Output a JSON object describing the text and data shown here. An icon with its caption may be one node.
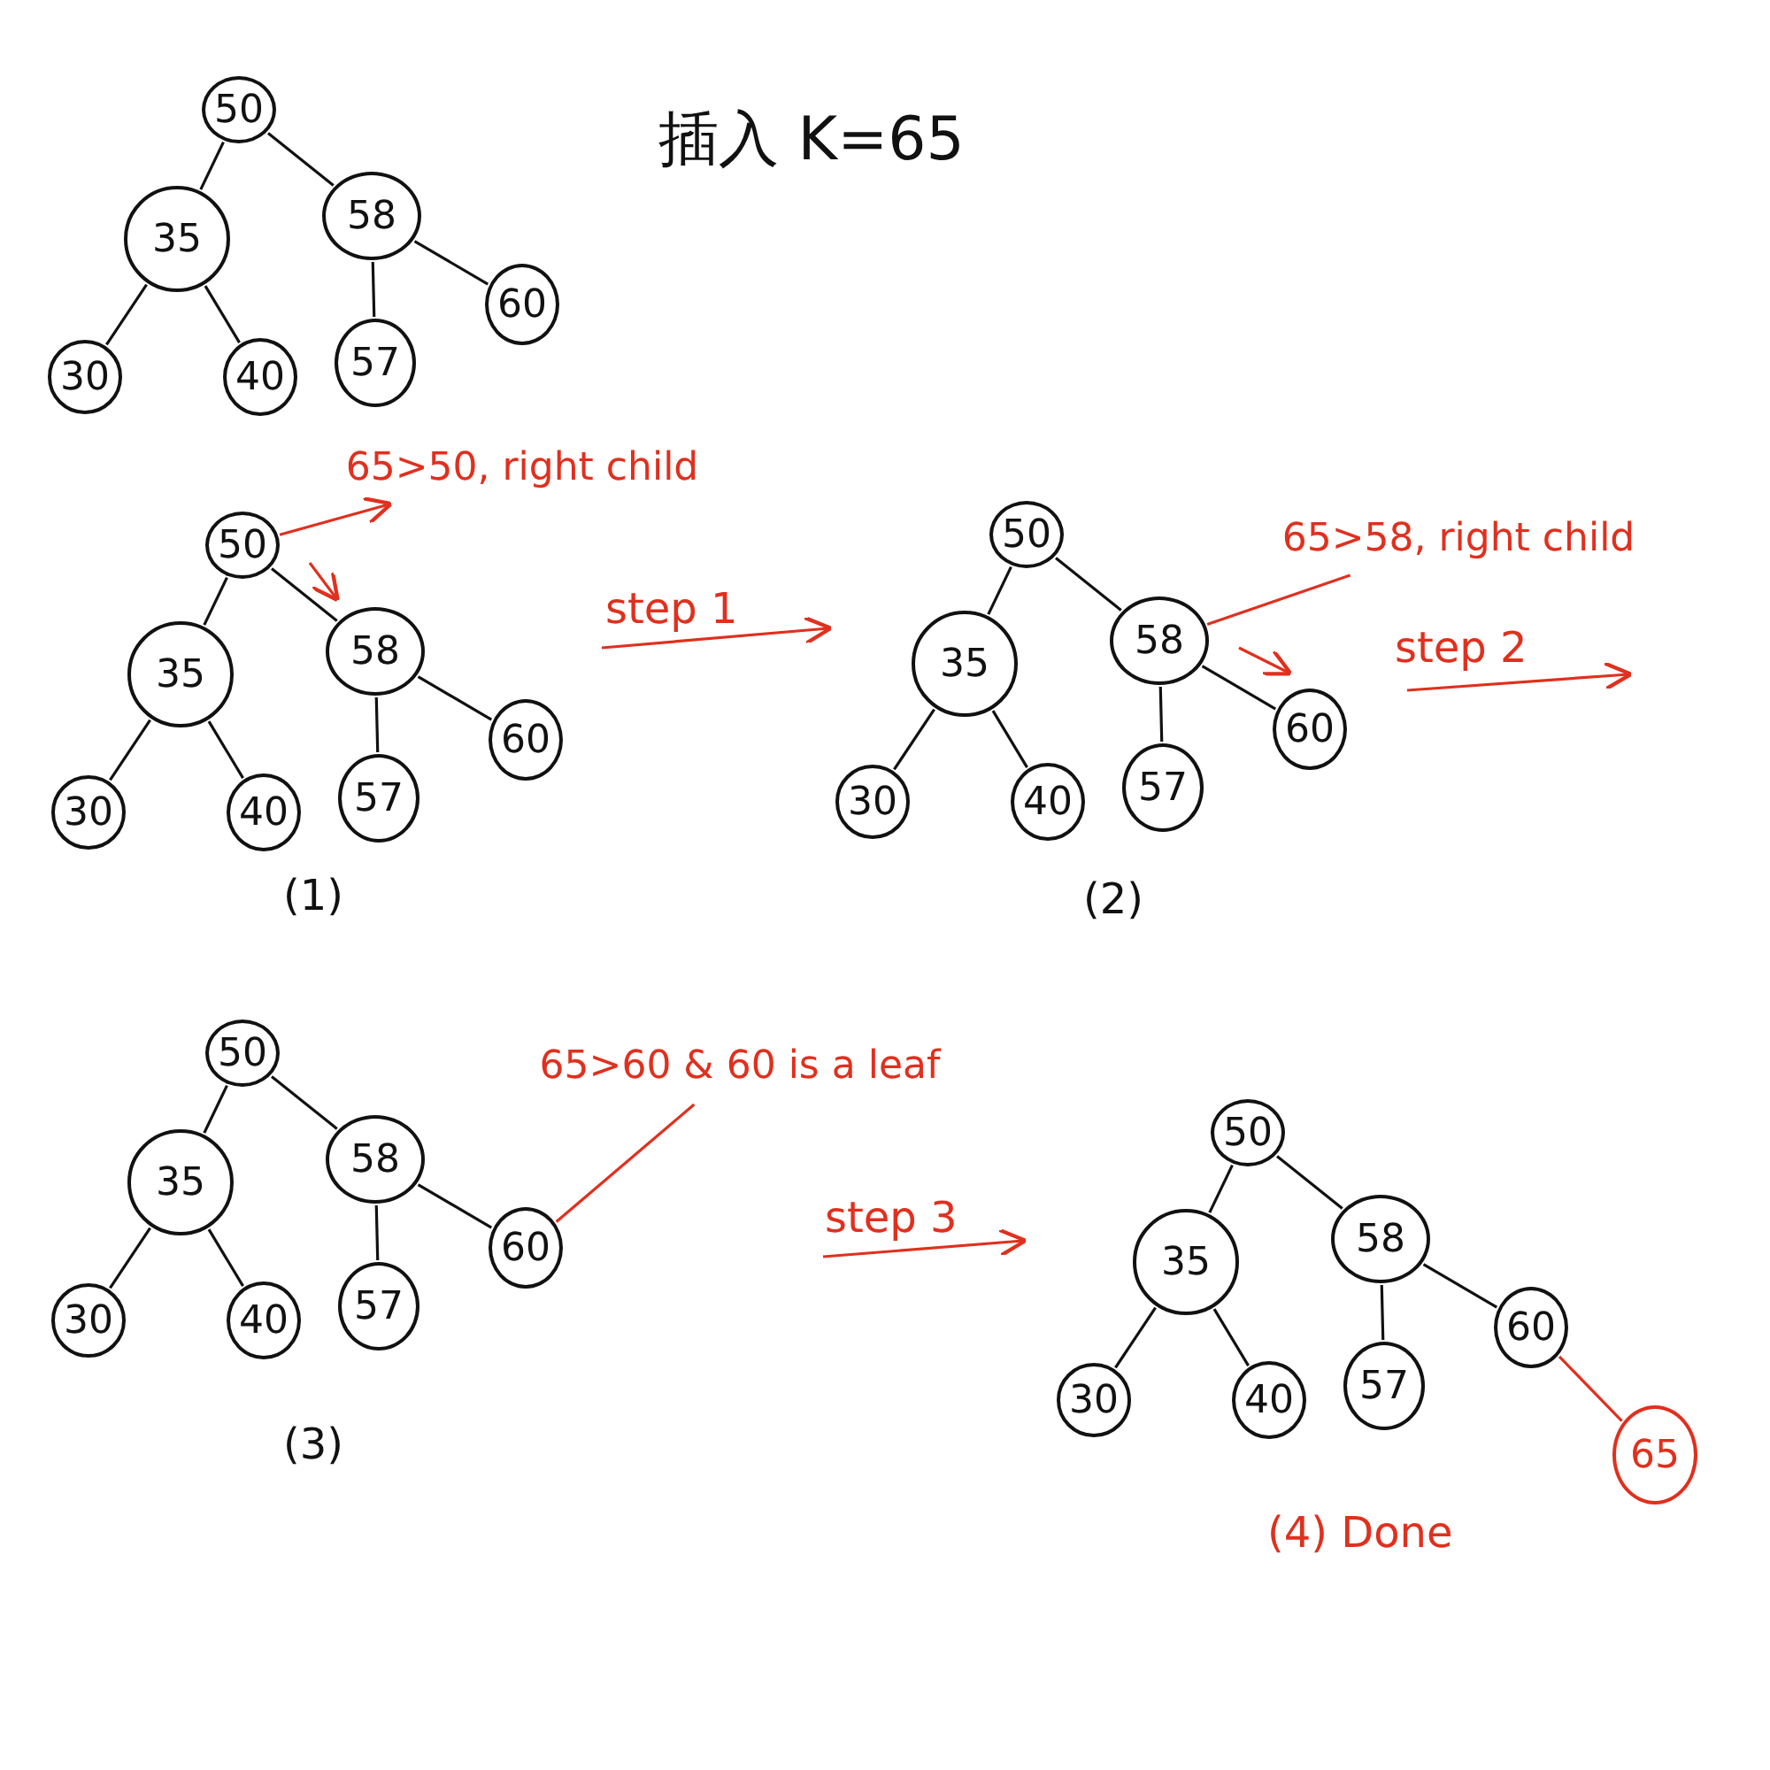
{
  "diagram": {
    "title": "插入 K=65",
    "nodes": [
      {
        "text": [
          "50"
        ]
      },
      {
        "text": [
          "35"
        ]
      },
      {
        "text": [
          "58"
        ]
      },
      {
        "text": [
          "30"
        ]
      },
      {
        "text": [
          "40"
        ]
      },
      {
        "text": [
          "57"
        ]
      },
      {
        "text": [
          "60"
        ]
      },
      {
        "text": [
          "50"
        ]
      },
      {
        "text": [
          "35"
        ]
      },
      {
        "text": [
          "58"
        ]
      },
      {
        "text": [
          "30"
        ]
      },
      {
        "text": [
          "40"
        ]
      },
      {
        "text": [
          "57"
        ]
      },
      {
        "text": [
          "60"
        ]
      },
      {
        "text": [
          "65>50, right child"
        ]
      },
      {
        "text": [
          "50"
        ]
      },
      {
        "text": [
          "35"
        ]
      },
      {
        "text": [
          "58"
        ]
      },
      {
        "text": [
          "30"
        ]
      },
      {
        "text": [
          "40"
        ]
      },
      {
        "text": [
          "57"
        ]
      },
      {
        "text": [
          "60"
        ]
      },
      {
        "text": [
          "65>58, right child"
        ]
      },
      {
        "text": [
          "50"
        ]
      },
      {
        "text": [
          "35"
        ]
      },
      {
        "text": [
          "58"
        ]
      },
      {
        "text": [
          "30"
        ]
      },
      {
        "text": [
          "40"
        ]
      },
      {
        "text": [
          "57"
        ]
      },
      {
        "text": [
          "60"
        ]
      },
      {
        "text": [
          "65>60 & 60 is a leaf"
        ]
      },
      {
        "text": [
          "50"
        ]
      },
      {
        "text": [
          "35"
        ]
      },
      {
        "text": [
          "58"
        ]
      },
      {
        "text": [
          "30"
        ]
      },
      {
        "text": [
          "40"
        ]
      },
      {
        "text": [
          "57"
        ]
      },
      {
        "text": [
          "60"
        ]
      },
      {
        "text": [
          "65"
        ]
      }
    ],
    "edges": [
      {
        "from": 0,
        "to": 1,
        "arrow": "none"
      },
      {
        "from": 0,
        "to": 2,
        "arrow": "none"
      },
      {
        "from": 1,
        "to": 3,
        "arrow": "none"
      },
      {
        "from": 1,
        "to": 4,
        "arrow": "none"
      },
      {
        "from": 2,
        "to": 5,
        "arrow": "none"
      },
      {
        "from": 2,
        "to": 6,
        "arrow": "none"
      },
      {
        "from": 7,
        "to": 8,
        "arrow": "none"
      },
      {
        "from": 7,
        "to": 9,
        "arrow": "none"
      },
      {
        "from": 8,
        "to": 10,
        "arrow": "none"
      },
      {
        "from": 8,
        "to": 11,
        "arrow": "none"
      },
      {
        "from": 9,
        "to": 12,
        "arrow": "none"
      },
      {
        "from": 9,
        "to": 13,
        "arrow": "none"
      },
      {
        "from": 7,
        "to": 14,
        "arrow": "to",
        "color": "#e0301e"
      },
      {
        "from": 15,
        "to": 16,
        "arrow": "none"
      },
      {
        "from": 15,
        "to": 17,
        "arrow": "none"
      },
      {
        "from": 16,
        "to": 18,
        "arrow": "none"
      },
      {
        "from": 16,
        "to": 19,
        "arrow": "none"
      },
      {
        "from": 17,
        "to": 20,
        "arrow": "none"
      },
      {
        "from": 17,
        "to": 21,
        "arrow": "none"
      },
      {
        "from": 17,
        "to": 22,
        "arrow": "none",
        "color": "#e0301e"
      },
      {
        "from": 23,
        "to": 24,
        "arrow": "none"
      },
      {
        "from": 23,
        "to": 25,
        "arrow": "none"
      },
      {
        "from": 24,
        "to": 26,
        "arrow": "none"
      },
      {
        "from": 24,
        "to": 27,
        "arrow": "none"
      },
      {
        "from": 25,
        "to": 28,
        "arrow": "none"
      },
      {
        "from": 25,
        "to": 29,
        "arrow": "none"
      },
      {
        "from": 29,
        "to": 30,
        "arrow": "none",
        "color": "#e0301e"
      },
      {
        "from": 31,
        "to": 32,
        "arrow": "none"
      },
      {
        "from": 31,
        "to": 33,
        "arrow": "none"
      },
      {
        "from": 32,
        "to": 34,
        "arrow": "none"
      },
      {
        "from": 32,
        "to": 35,
        "arrow": "none"
      },
      {
        "from": 33,
        "to": 36,
        "arrow": "none"
      },
      {
        "from": 33,
        "to": 37,
        "arrow": "none"
      },
      {
        "from": 37,
        "to": 38,
        "arrow": "none",
        "color": "#e0301e"
      }
    ],
    "labels": [
      "(1)",
      "step 1",
      "(2)",
      "step 2",
      "(3)",
      "step 3",
      "(4) Done"
    ]
  }
}
